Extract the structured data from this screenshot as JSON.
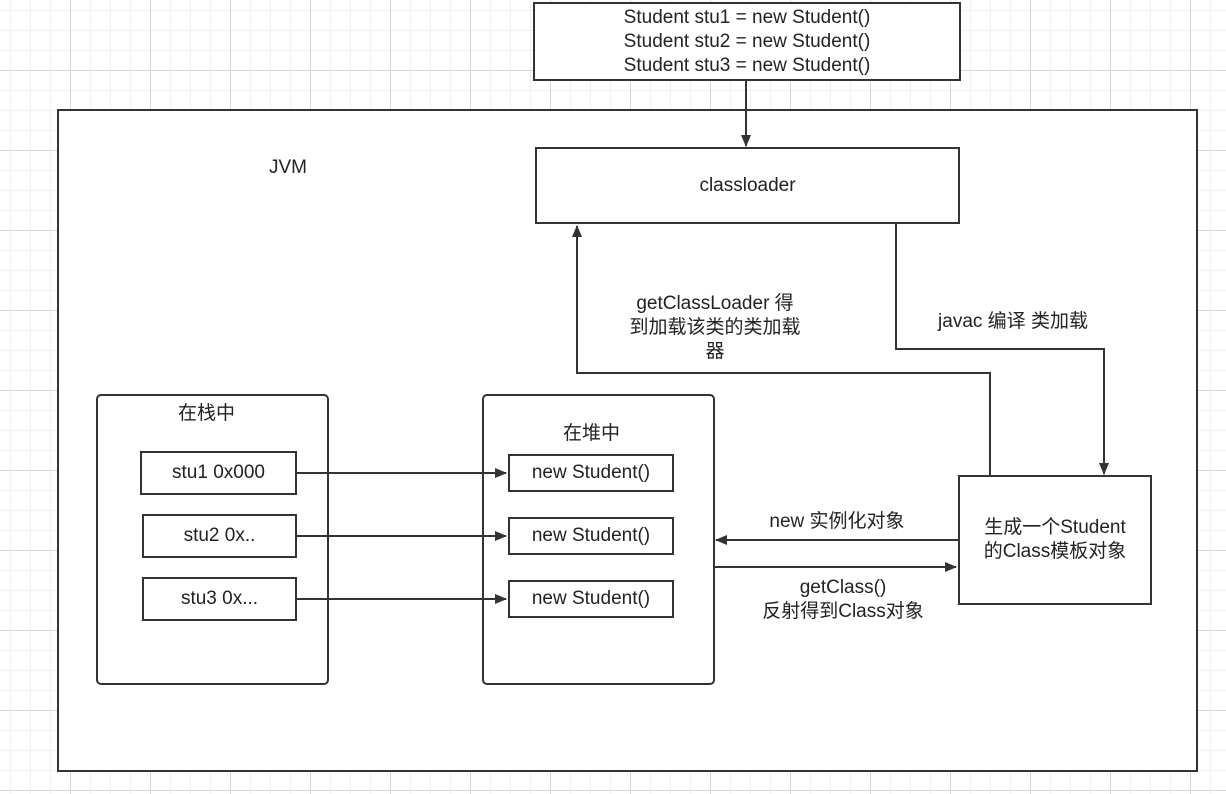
{
  "code_block": {
    "line1": "Student stu1 = new Student()",
    "line2": "Student stu2 = new Student()",
    "line3": "Student stu3 = new Student()"
  },
  "jvm": {
    "label": "JVM"
  },
  "classloader": {
    "label": "classloader"
  },
  "edges": {
    "get_loader_line1": "getClassLoader 得",
    "get_loader_line2": "到加载该类的类加载",
    "get_loader_line3": "器",
    "javac": "javac 编译 类加载",
    "new_instance": "new 实例化对象",
    "get_class_line1": "getClass()",
    "get_class_line2": "反射得到Class对象"
  },
  "stack": {
    "title": "在栈中",
    "items": [
      "stu1 0x000",
      "stu2 0x..",
      "stu3 0x..."
    ]
  },
  "heap": {
    "title": "在堆中",
    "items": [
      "new Student()",
      "new Student()",
      "new Student()"
    ]
  },
  "class_template": {
    "line1": "生成一个Student",
    "line2": "的Class模板对象"
  }
}
